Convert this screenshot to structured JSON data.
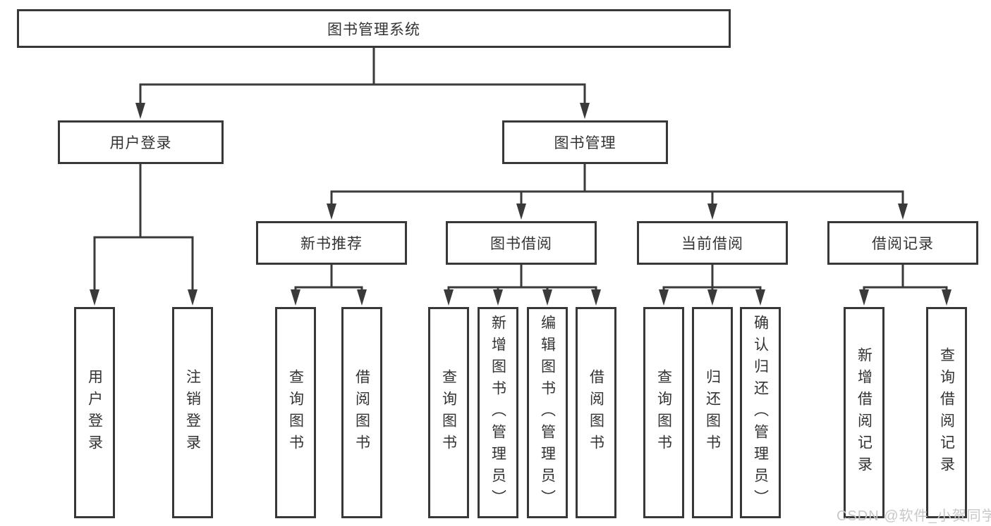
{
  "diagram": {
    "root": {
      "label": "图书管理系统"
    },
    "branches": [
      {
        "label": "用户登录",
        "children": [
          {
            "label": "用户登录"
          },
          {
            "label": "注销登录"
          }
        ]
      },
      {
        "label": "图书管理",
        "children": [
          {
            "label": "新书推荐",
            "children": [
              {
                "label": "查询图书"
              },
              {
                "label": "借阅图书"
              }
            ]
          },
          {
            "label": "图书借阅",
            "children": [
              {
                "label": "查询图书"
              },
              {
                "label": "新增图书（管理员）"
              },
              {
                "label": "编辑图书（管理员）"
              },
              {
                "label": "借阅图书"
              }
            ]
          },
          {
            "label": "当前借阅",
            "children": [
              {
                "label": "查询图书"
              },
              {
                "label": "归还图书"
              },
              {
                "label": "确认归还（管理员）"
              }
            ]
          },
          {
            "label": "借阅记录",
            "children": [
              {
                "label": "新增借阅记录"
              },
              {
                "label": "查询借阅记录"
              }
            ]
          }
        ]
      }
    ],
    "line_color": "#3a3a3a"
  },
  "watermark": {
    "text": "CSDN @软件_小贺同学",
    "color": "#c8c8c8"
  }
}
